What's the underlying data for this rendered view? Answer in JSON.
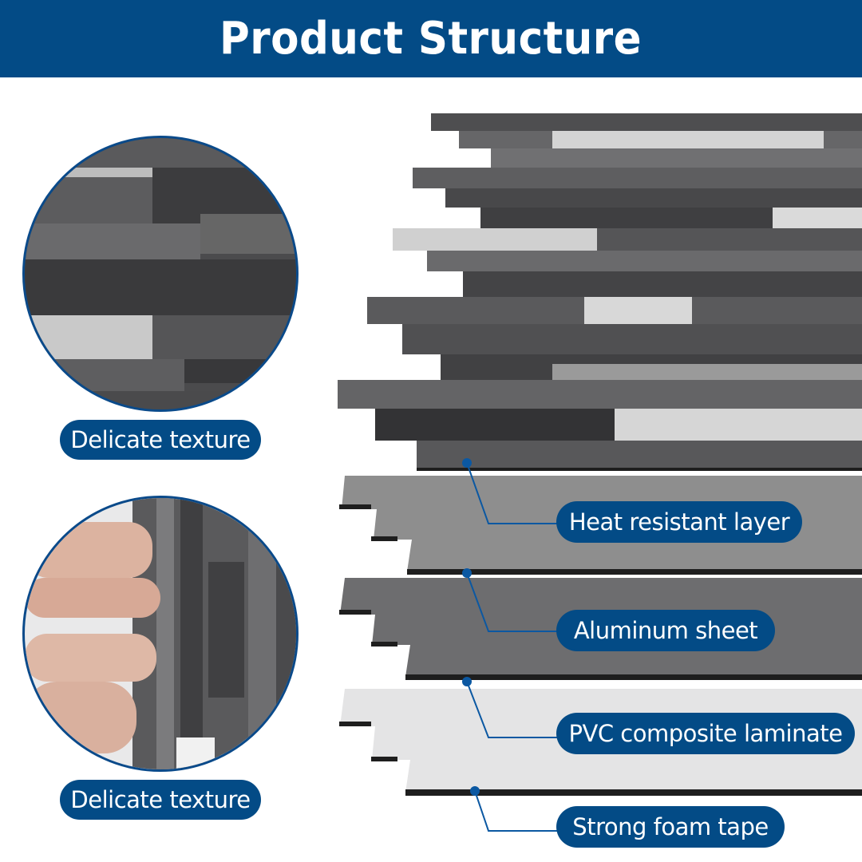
{
  "header": {
    "title": "Product Structure",
    "background_color": "#034b86"
  },
  "features": [
    {
      "label": "Delicate texture",
      "image": "wood-texture-closeup"
    },
    {
      "label": "Delicate texture",
      "image": "hand-installing-peel-and-stick-tile"
    }
  ],
  "layers": [
    {
      "label": "Heat resistant layer",
      "color": "#8d8d8d"
    },
    {
      "label": "Aluminum sheet",
      "color": "#6f6f70"
    },
    {
      "label": "PVC composite laminate",
      "color": "#e3e3e4"
    },
    {
      "label": "Strong foam tape",
      "color": "#1f1f1f"
    }
  ],
  "colors": {
    "accent": "#034b86",
    "leader_line": "#0b58a2",
    "panel_edge": "#1e1e1e"
  }
}
